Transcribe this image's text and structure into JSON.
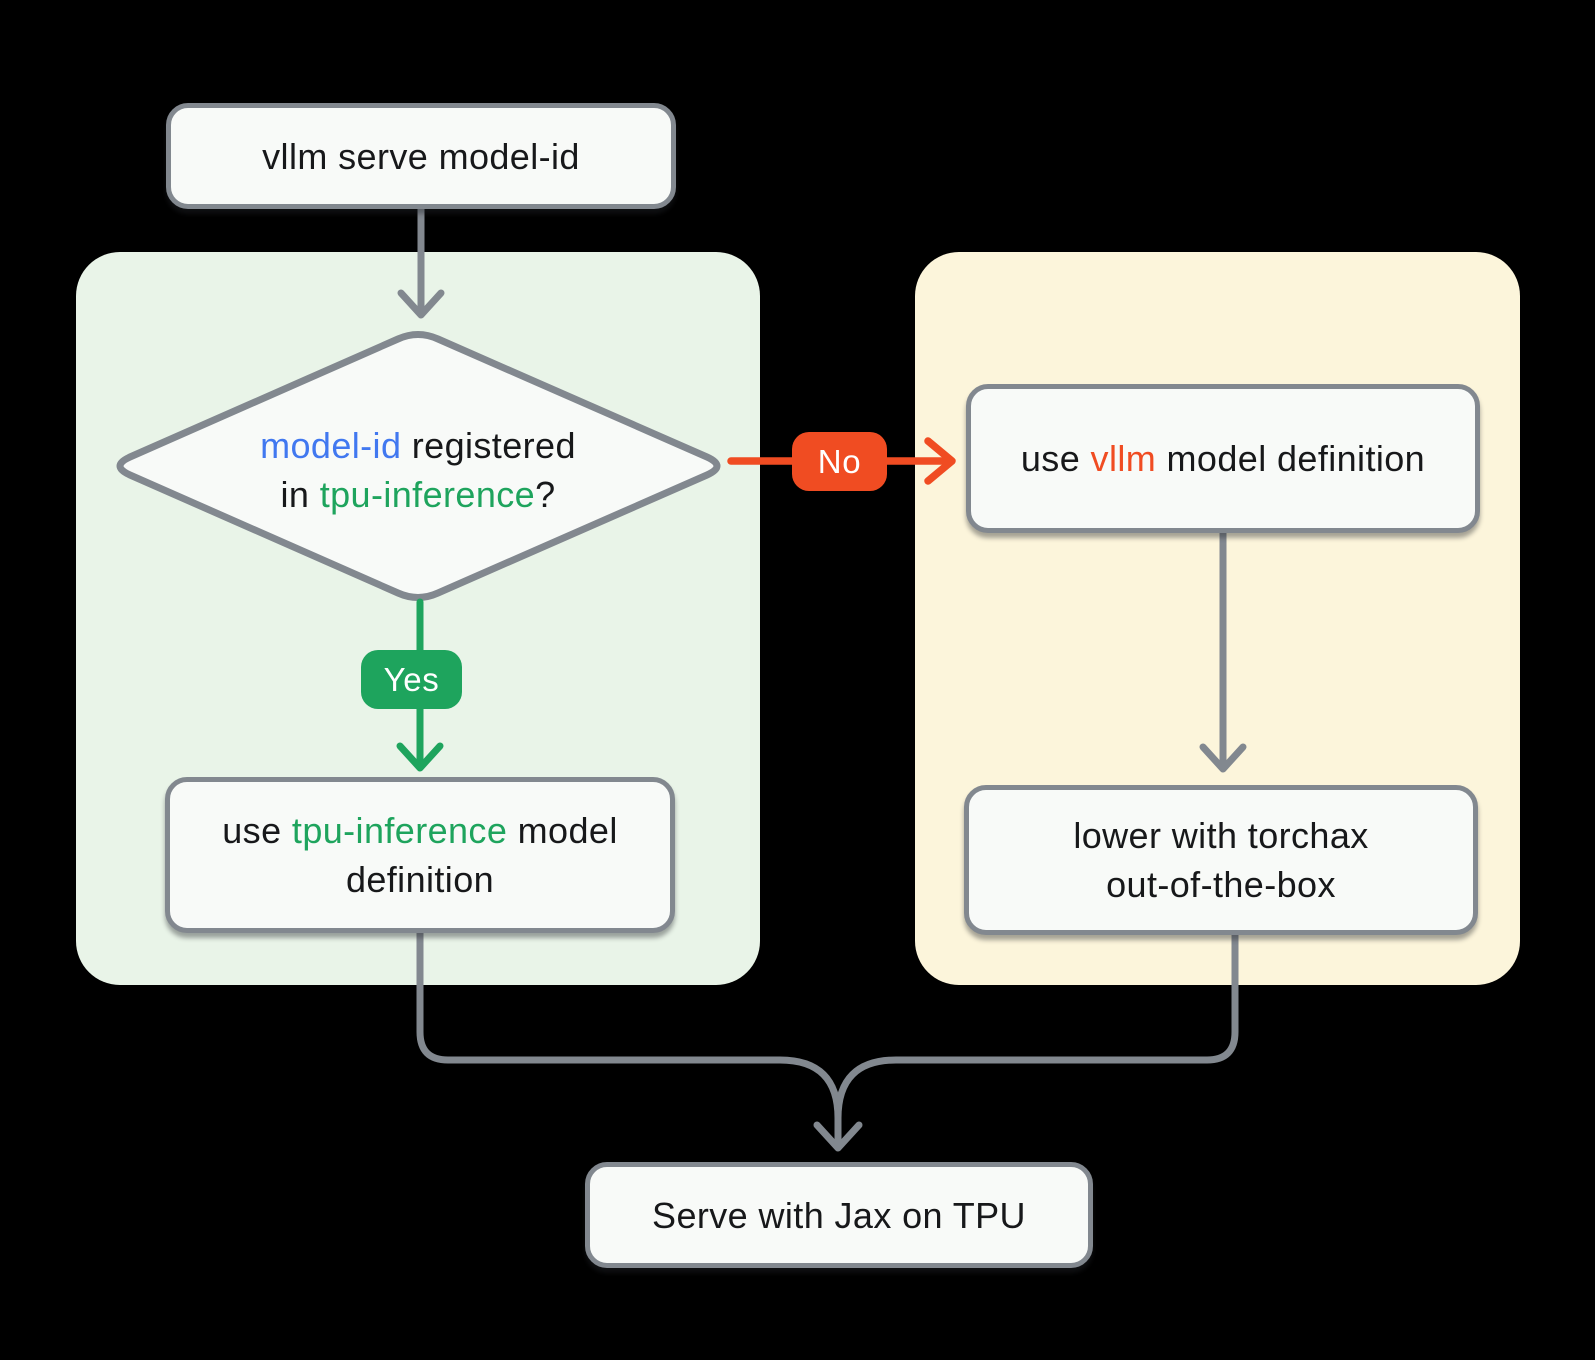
{
  "diagram": {
    "nodes": {
      "start": {
        "label": "vllm serve model-id"
      },
      "decision": {
        "line1": {
          "model_id": "model-id",
          "rest": " registered"
        },
        "line2": {
          "prefix": "in ",
          "tpu_inference": "tpu-inference",
          "suffix": "?"
        }
      },
      "use_tpu": {
        "line1_prefix": "use ",
        "line1_accent": "tpu-inference",
        "line1_suffix": " model",
        "line2": "definition"
      },
      "use_vllm": {
        "prefix": "use ",
        "accent": "vllm",
        "suffix": " model definition"
      },
      "torchax": {
        "line1": "lower with torchax",
        "line2": "out-of-the-box"
      },
      "serve": {
        "label": "Serve with Jax on TPU"
      }
    },
    "edges": {
      "yes": "Yes",
      "no": "No"
    }
  },
  "colors": {
    "background": "#000000",
    "panel_green": "#E9F4E8",
    "panel_yellow": "#FCF5DB",
    "node_fill": "#F8FAF8",
    "stroke_gray": "#82888F",
    "accent_green": "#1EA45D",
    "accent_orange": "#F04C22",
    "accent_blue": "#4178F0",
    "text_dark": "#17181A",
    "badge_text": "#FFFFFF"
  }
}
